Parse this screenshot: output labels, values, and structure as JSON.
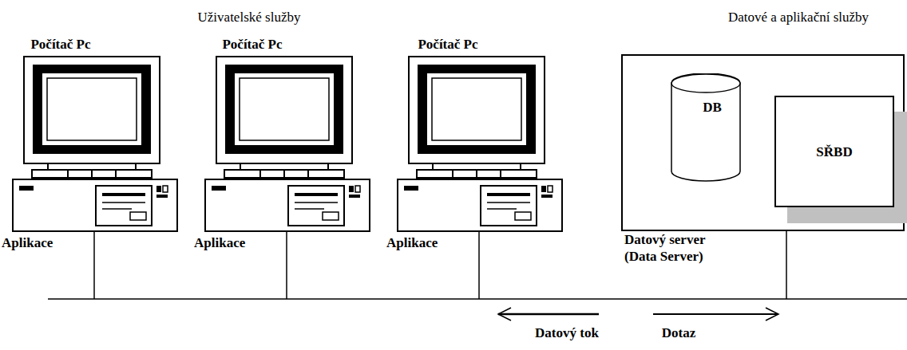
{
  "diagram": {
    "nodes": [
      {
        "text": [
          "Datový server (Data Server)"
        ]
      },
      {
        "text": [
          "DB"
        ],
        "in": 0
      },
      {
        "text": [
          "SŘBD"
        ],
        "in": 0
      }
    ],
    "labels": [
      "Uživatelské služby",
      "Datové a aplikační služby",
      "Počítač Pc",
      "Počítač Pc",
      "Počítač Pc",
      "Aplikace",
      "Aplikace",
      "Aplikace",
      "Datový tok",
      "Dotaz"
    ]
  }
}
